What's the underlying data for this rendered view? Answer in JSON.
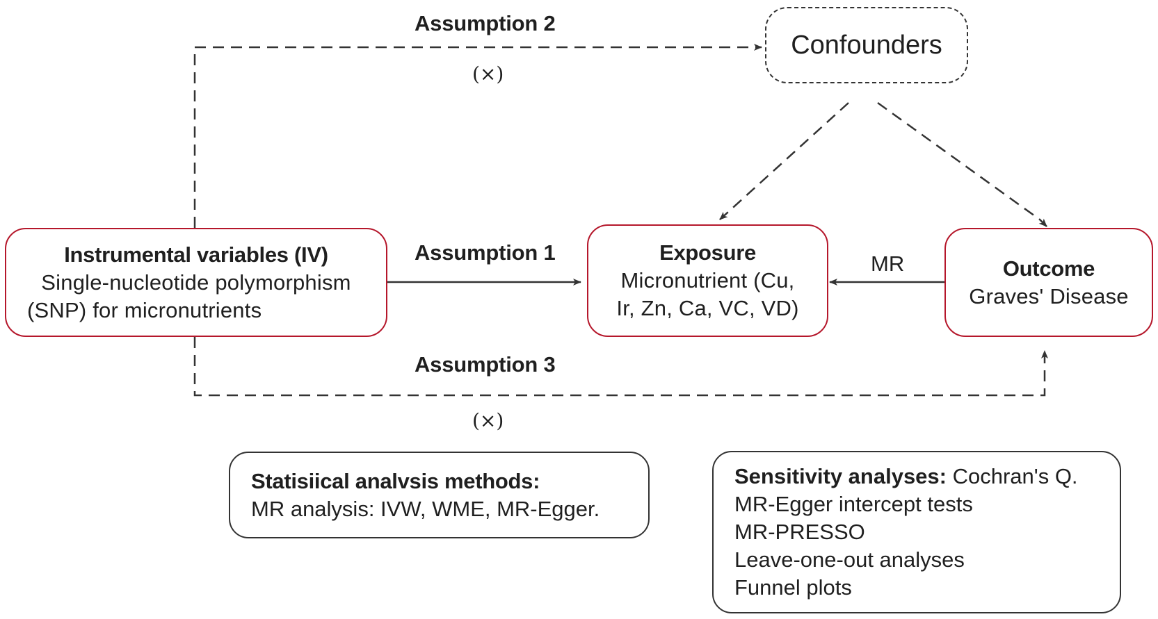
{
  "nodes": {
    "iv": {
      "title": "Instrumental variables (IV)",
      "lines": [
        "Single-nucleotide polymorphism",
        "(SNP) for micronutrients"
      ]
    },
    "exposure": {
      "title": "Exposure",
      "lines": [
        "Micronutrient (Cu,",
        "Ir, Zn, Ca, VC, VD)"
      ]
    },
    "outcome": {
      "title": "Outcome",
      "lines": [
        "Graves' Disease"
      ]
    },
    "confounders": {
      "title": "Confounders"
    }
  },
  "edges": {
    "assumption1": "Assumption 1",
    "assumption2": "Assumption 2",
    "assumption3": "Assumption 3",
    "mr": "MR",
    "cross_top": "(×)",
    "cross_bottom": "(×)"
  },
  "methods": {
    "title": "Statisiical analvsis methods:",
    "line": "MR analysis: IVW, WME, MR-Egger."
  },
  "sensitivity": {
    "title": "Sensitivity analyses:",
    "first_tail": " Cochran's Q.",
    "lines": [
      "MR-Egger intercept tests",
      "MR-PRESSO",
      "Leave-one-out analyses",
      "Funnel plots"
    ]
  },
  "colors": {
    "box_border_red": "#b5172b",
    "line": "#333333"
  }
}
